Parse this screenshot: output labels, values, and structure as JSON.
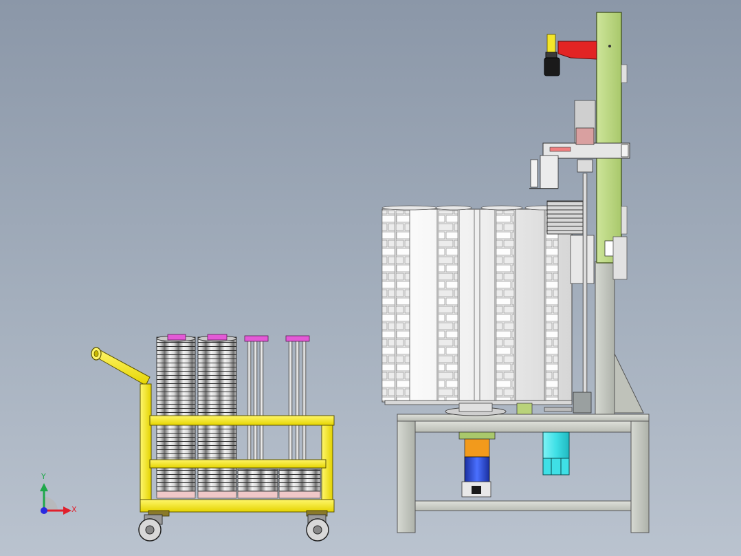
{
  "axes": {
    "x_label": "X",
    "y_label": "Y",
    "x_color": "#e0202c",
    "y_color": "#1fa84a",
    "z_color": "#2a2ae0"
  },
  "palette": {
    "cart_frame": "#f2e41c",
    "machine_frame": "#c8ccc4",
    "column": "#b7d37a",
    "warning_arm": "#e22424",
    "magazine": "#f2f2f2",
    "cylinder_cyan": "#3fe0e6",
    "cylinder_blue": "#2a4fd8",
    "coupling_orange": "#f29a1c",
    "spacer_pink": "#e35ad6"
  },
  "parts": [
    "transfer-cart",
    "handle",
    "disc-stacks",
    "rod-racks",
    "machine-table",
    "cassette-magazine",
    "vertical-column",
    "pick-arm",
    "warning-lamp",
    "lift-cylinder",
    "turntable-motor"
  ]
}
